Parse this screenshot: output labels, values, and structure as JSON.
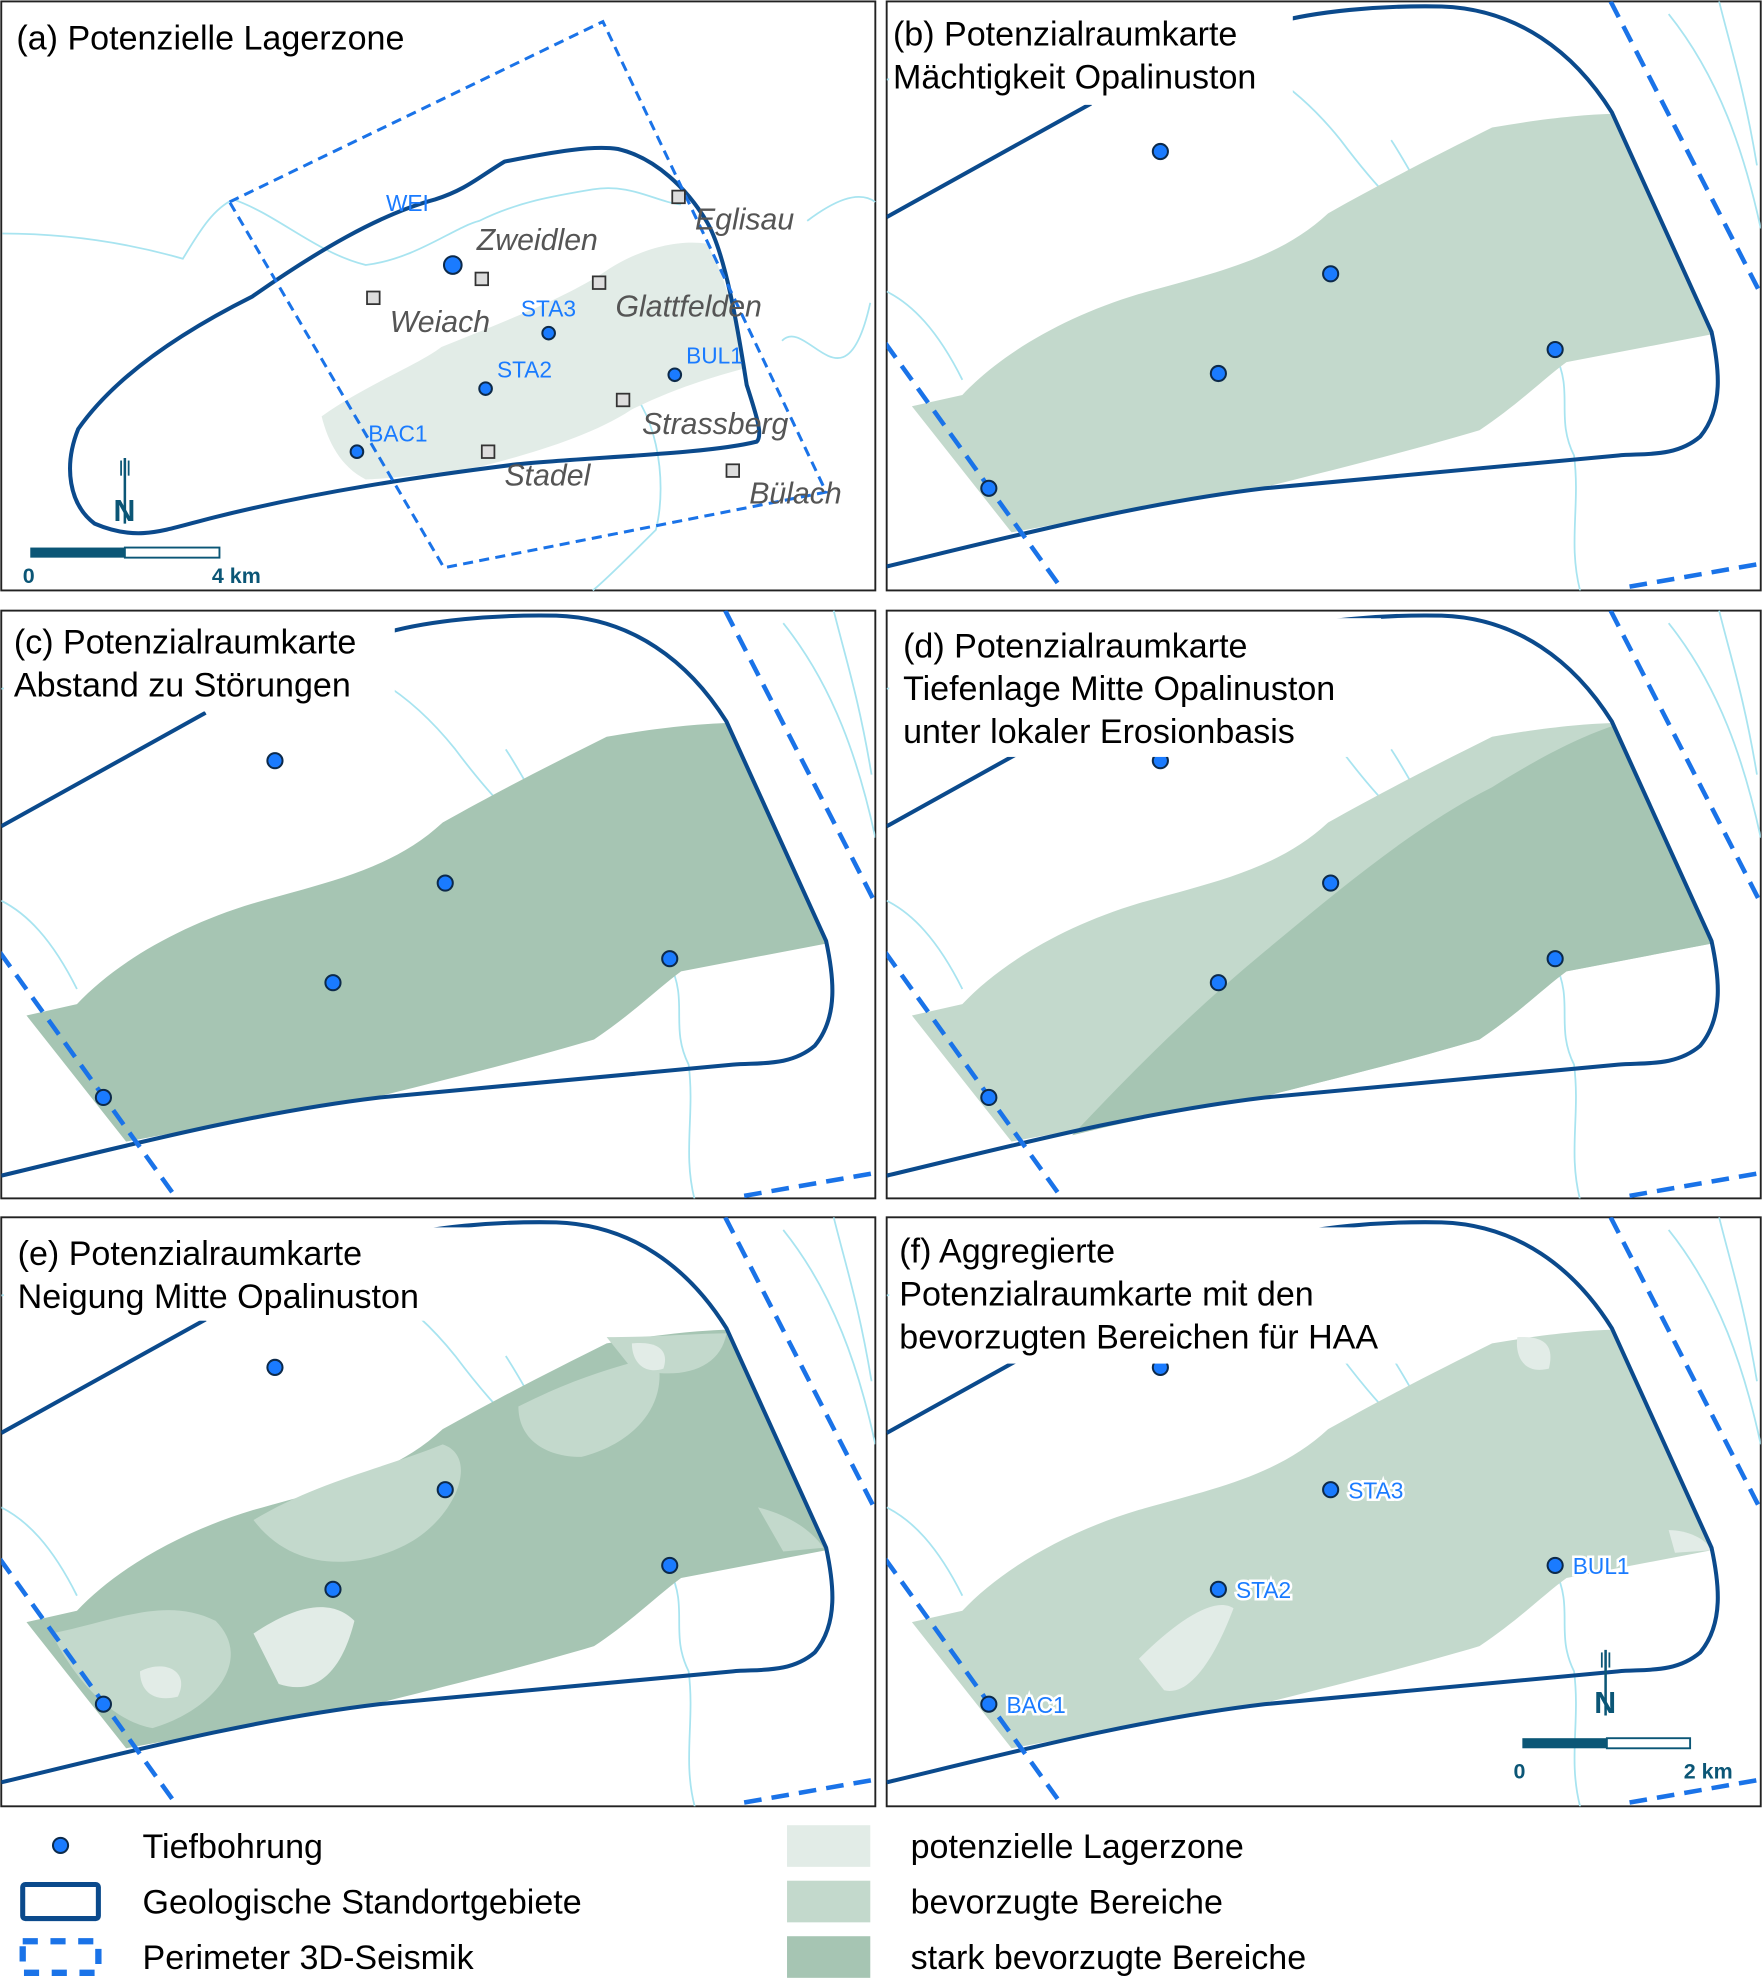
{
  "panels": {
    "a": {
      "title": "(a) Potenzielle Lagerzone"
    },
    "b": {
      "title_1": "(b) Potenzialraumkarte",
      "title_2": "Mächtigkeit Opalinuston"
    },
    "c": {
      "title_1": "(c) Potenzialraumkarte",
      "title_2": "Abstand zu Störungen"
    },
    "d": {
      "title_1": "(d) Potenzialraumkarte",
      "title_2": "Tiefenlage Mitte Opalinuston",
      "title_3": "unter lokaler Erosionbasis"
    },
    "e": {
      "title_1": "(e) Potenzialraumkarte",
      "title_2": "Neigung Mitte Opalinuston"
    },
    "f": {
      "title_1": "(f) Aggregierte",
      "title_2": "Potenzialraumkarte mit den",
      "title_3": "bevorzugten Bereichen für HAA"
    }
  },
  "wells": {
    "wei": "WEI",
    "sta3": "STA3",
    "sta2": "STA2",
    "bul1": "BUL1",
    "bac1": "BAC1"
  },
  "towns": {
    "eglisau": "Eglisau",
    "zweidlen": "Zweidlen",
    "weiach": "Weiach",
    "glattfelden": "Glattfelden",
    "strassberg": "Strassberg",
    "stadel": "Stadel",
    "buelach": "Bülach"
  },
  "scale_a": {
    "start": "0",
    "end": "4 km"
  },
  "scale_f": {
    "start": "0",
    "end": "2 km"
  },
  "north_label": "N",
  "legend": {
    "well": "Tiefbohrung",
    "outline": "Geologische Standortgebiete",
    "perimeter": "Perimeter 3D-Seismik",
    "zone_potential": "potenzielle Lagerzone",
    "zone_preferred": "bevorzugte Bereiche",
    "zone_strong": "stark bevorzugte Bereiche"
  },
  "colors": {
    "zone_potential": "#e2ece7",
    "zone_preferred": "#c3d9cc",
    "zone_strong": "#a6c5b3",
    "outline": "#0b4a8c",
    "perimeter": "#1a73e8",
    "well": "#1a7bff",
    "river": "#a8e4f0"
  }
}
